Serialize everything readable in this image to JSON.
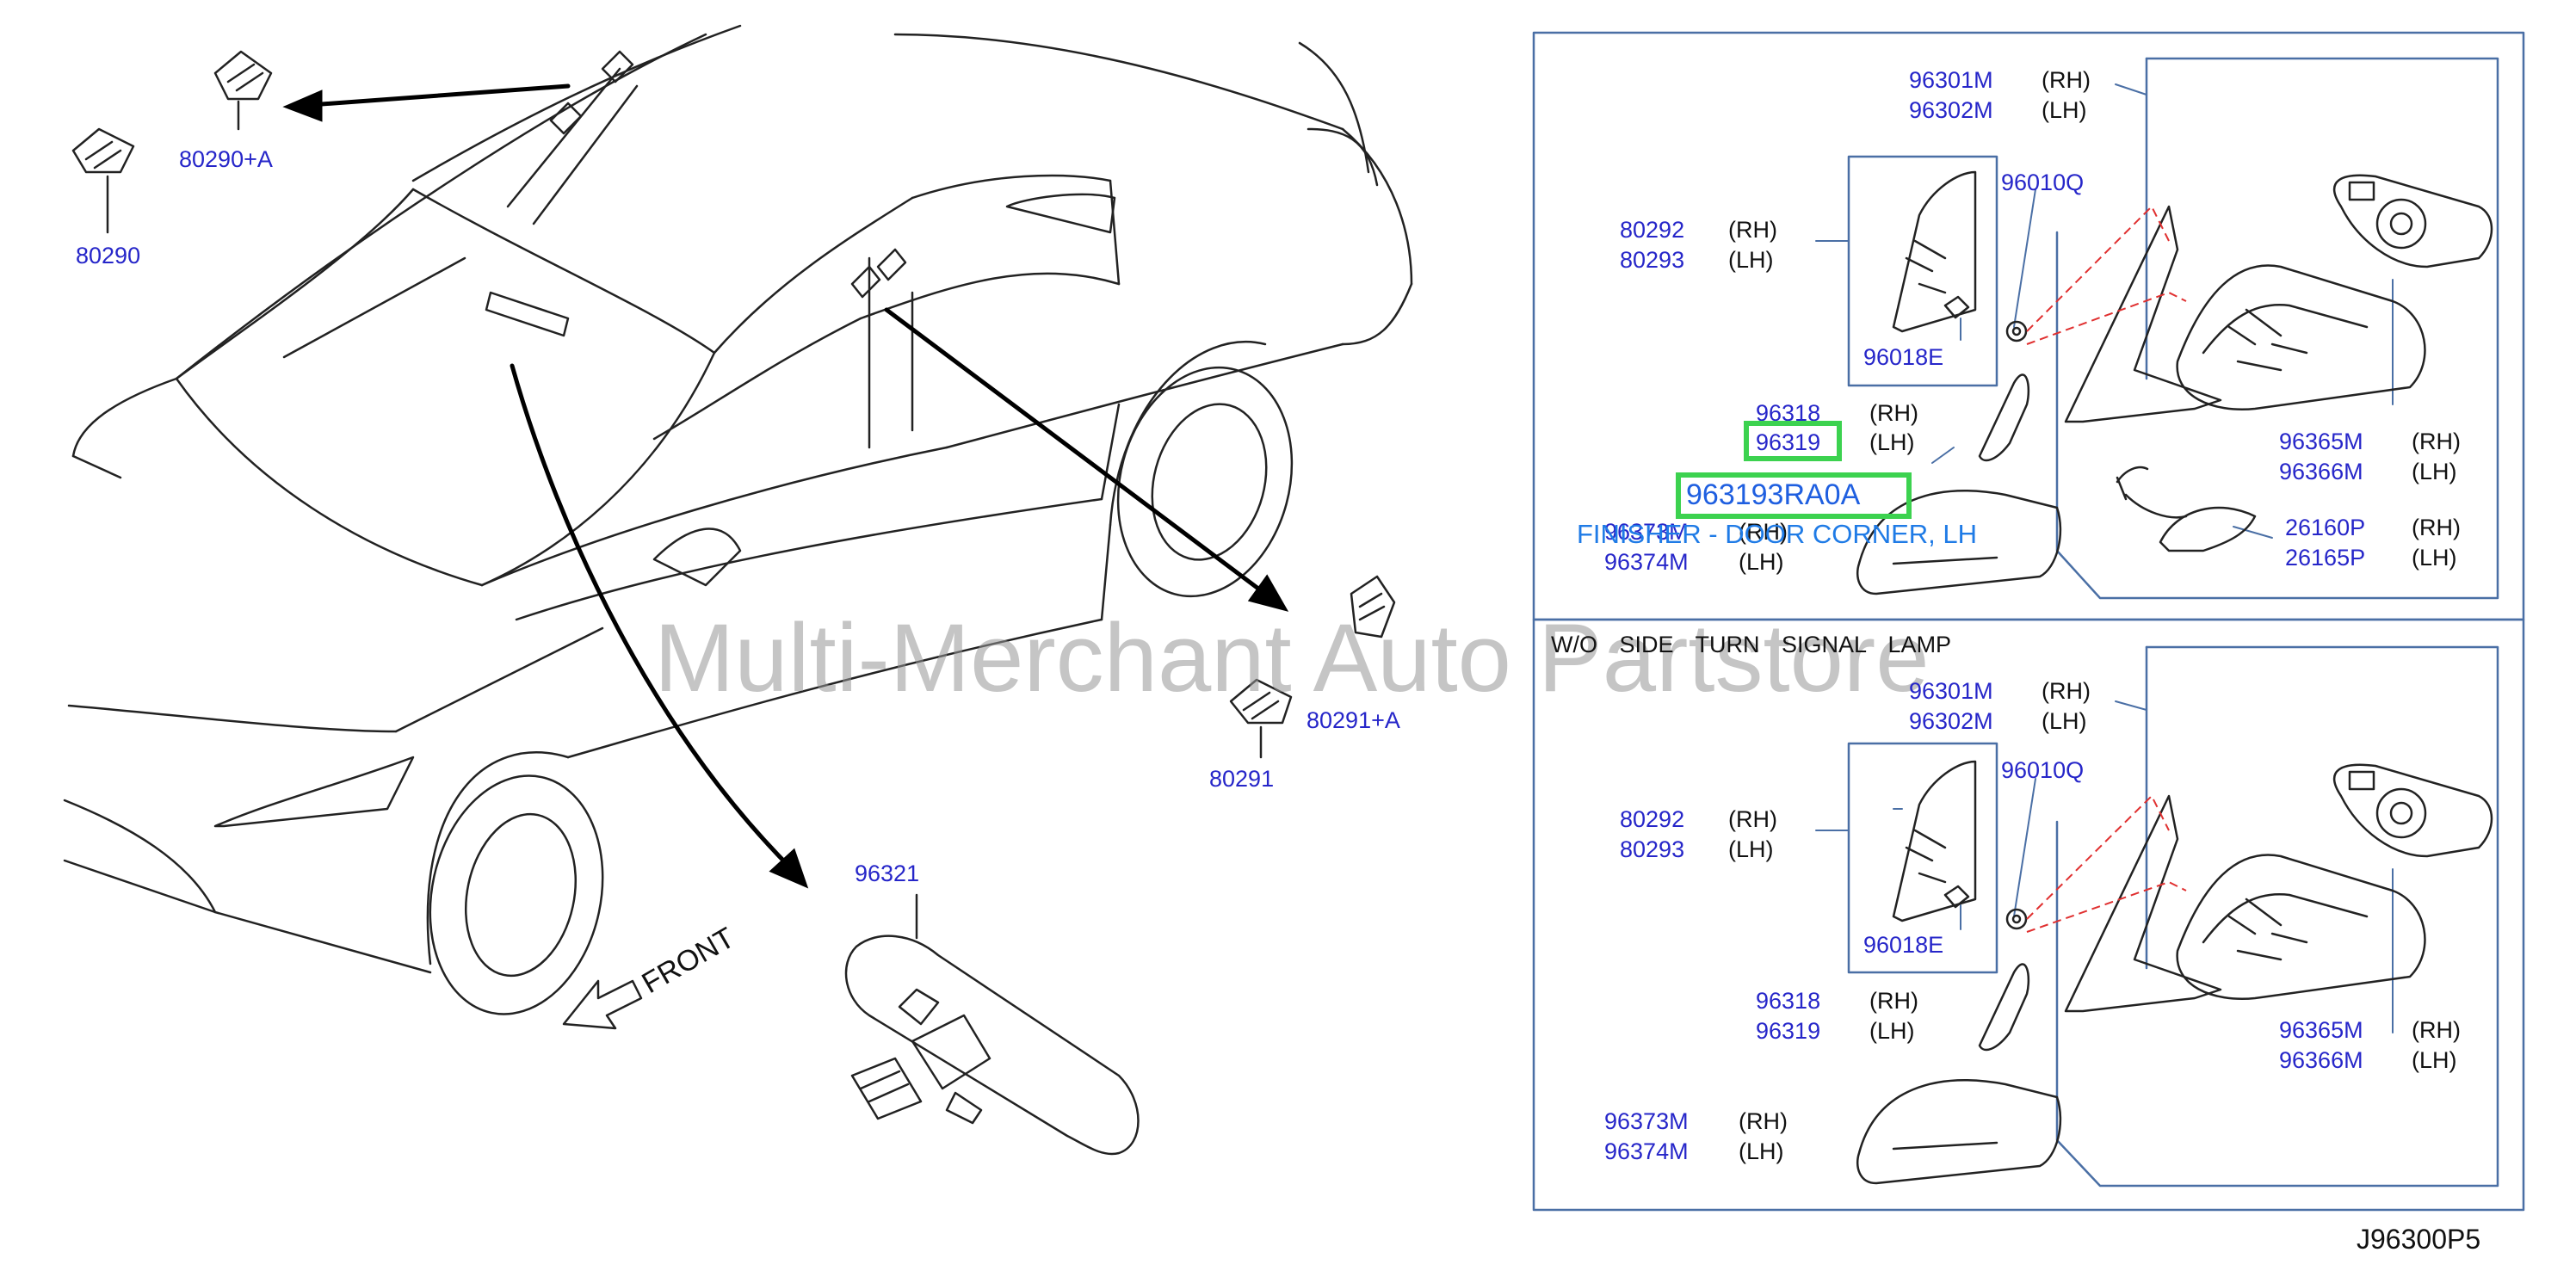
{
  "watermark": "Multi-Merchant Auto Partstore",
  "drawing_ref": "J96300P5",
  "front_label": "FRONT",
  "car_parts": {
    "p80290a": "80290+A",
    "p80290": "80290",
    "p80291a": "80291+A",
    "p80291": "80291",
    "p96321": "96321"
  },
  "panel_top": {
    "p96301m": "96301M",
    "p96302m": "96302M",
    "p80292": "80292",
    "p80293": "80293",
    "p96010q": "96010Q",
    "p96018e": "96018E",
    "p96318": "96318",
    "p96319": "96319",
    "p96373m": "96373M",
    "p96374m": "96374M",
    "p96365m": "96365M",
    "p96366m": "96366M",
    "p26160p": "26160P",
    "p26165p": "26165P"
  },
  "panel_bottom": {
    "heading": "W/O SIDE TURN SIGNAL LAMP",
    "p96301m": "96301M",
    "p96302m": "96302M",
    "p80292": "80292",
    "p80293": "80293",
    "p96010q": "96010Q",
    "p96018e": "96018E",
    "p96318": "96318",
    "p96319": "96319",
    "p96373m": "96373M",
    "p96374m": "96374M",
    "p96365m": "96365M",
    "p96366m": "96366M"
  },
  "sides": {
    "rh": "(RH)",
    "lh": "(LH)"
  },
  "highlight": {
    "part_number": "963193RA0A",
    "description": "FINISHER - DOOR CORNER, LH"
  },
  "colors": {
    "part_label": "#2626c9",
    "highlight_border": "#3cd24f",
    "highlight_text": "#1f5fe0",
    "panel_border": "#4a6fa5",
    "hidden_line": "#e03030"
  }
}
